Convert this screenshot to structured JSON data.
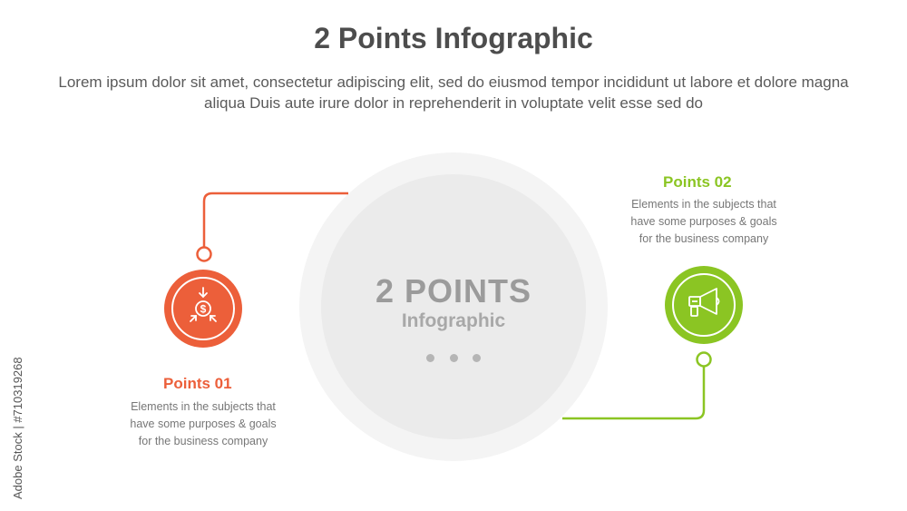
{
  "header": {
    "title": "2 Points Infographic",
    "subtitle": "Lorem ipsum dolor sit amet, consectetur adipiscing elit, sed do eiusmod tempor incididunt ut labore et dolore magna aliqua Duis aute irure dolor in reprehenderit in voluptate velit esse sed do"
  },
  "center": {
    "title": "2 POINTS",
    "subtitle": "Infographic"
  },
  "points": [
    {
      "title": "Points 01",
      "description": "Elements in the subjects that\nhave  some purposes & goals\nfor the  business company",
      "color": "#ec5f3a",
      "icon": "money-inflow-icon"
    },
    {
      "title": "Points 02",
      "description": "Elements in the subjects that\nhave  some purposes & goals\nfor the  business company",
      "color": "#8bc523",
      "icon": "megaphone-icon"
    }
  ],
  "watermark": "Adobe Stock | #710319268",
  "colors": {
    "big_circle_outer": "#f4f4f4",
    "big_circle_inner": "#ebebeb",
    "title": "#4d4d4d"
  }
}
